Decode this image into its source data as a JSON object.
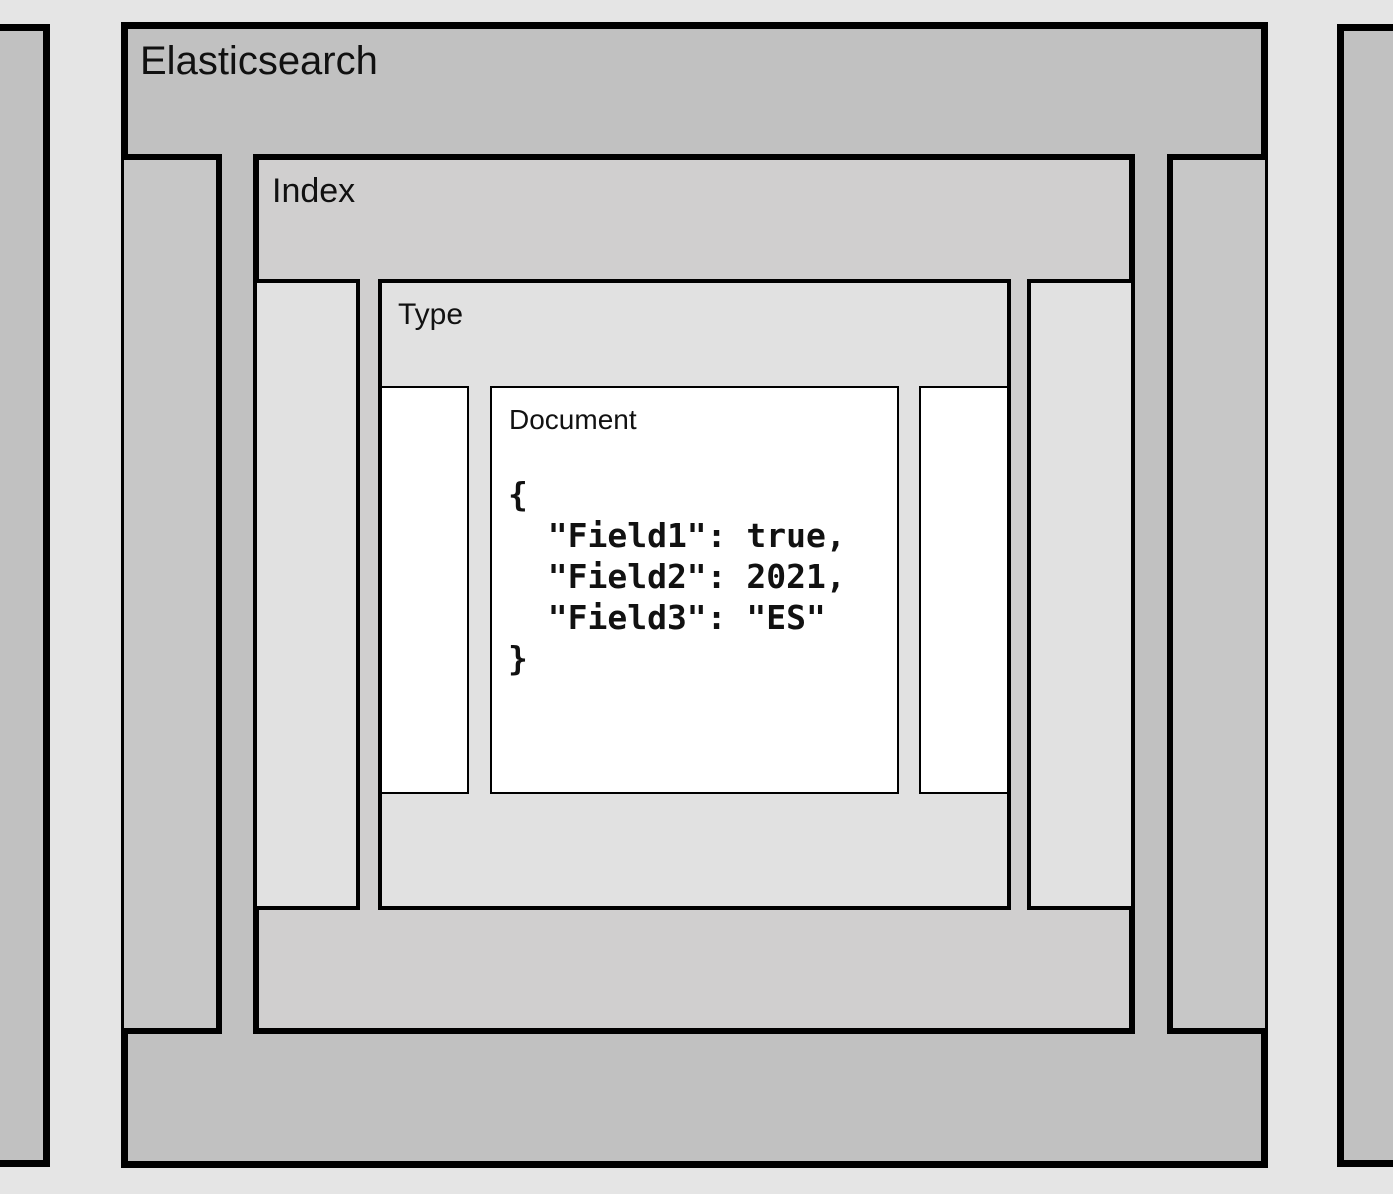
{
  "elasticsearch": {
    "title": "Elasticsearch"
  },
  "index": {
    "title": "Index"
  },
  "type": {
    "title": "Type"
  },
  "document": {
    "title": "Document",
    "code_lines": [
      "{",
      "  \"Field1\": true,",
      "  \"Field2\": 2021,",
      "  \"Field3\": \"ES\"",
      "}"
    ]
  }
}
